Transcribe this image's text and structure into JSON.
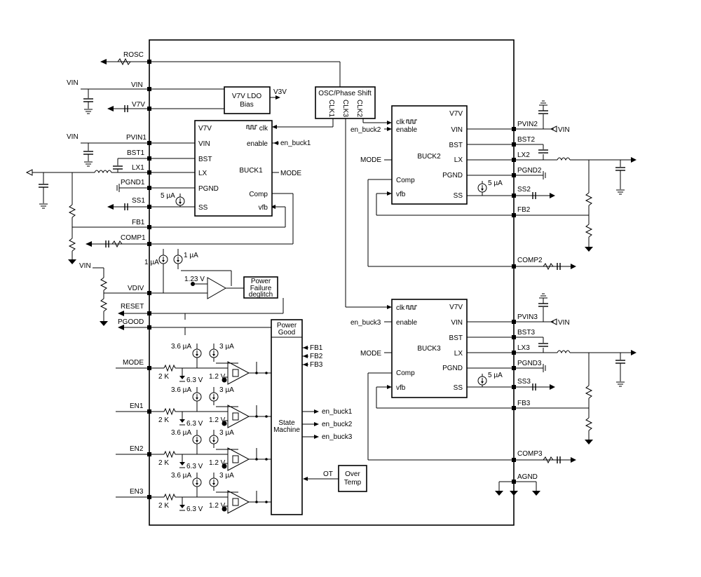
{
  "chip": {
    "left_pins": {
      "rosc": "ROSC",
      "vin": "VIN",
      "v7v": "V7V",
      "pvin1": "PVIN1",
      "bst1": "BST1",
      "lx1": "LX1",
      "pgnd1": "PGND1",
      "ss1": "SS1",
      "fb1": "FB1",
      "comp1": "COMP1",
      "vdiv": "VDIV",
      "reset": "RESET",
      "pgood": "PGOOD",
      "mode": "MODE",
      "en1": "EN1",
      "en2": "EN2",
      "en3": "EN3"
    },
    "right_pins": {
      "pvin2": "PVIN2",
      "bst2": "BST2",
      "lx2": "LX2",
      "pgnd2": "PGND2",
      "ss2": "SS2",
      "fb2": "FB2",
      "comp2": "COMP2",
      "pvin3": "PVIN3",
      "bst3": "BST3",
      "lx3": "LX3",
      "pgnd3": "PGND3",
      "ss3": "SS3",
      "fb3": "FB3",
      "comp3": "COMP3",
      "agnd": "AGND"
    }
  },
  "external": {
    "vin": "VIN"
  },
  "ldo": {
    "line1": "V7V LDO",
    "line2": "Bias",
    "out": "V3V"
  },
  "osc": {
    "title": "OSC/Phase Shift",
    "clk1": "CLK1",
    "clk3": "CLK3",
    "clk2": "CLK2"
  },
  "buck1": {
    "name": "BUCK1",
    "v7v": "V7V",
    "vin": "VIN",
    "bst": "BST",
    "lx": "LX",
    "pgnd": "PGND",
    "ss": "SS",
    "clk": "clk",
    "enable": "enable",
    "comp": "Comp",
    "vfb": "vfb",
    "en_sig": "en_buck1",
    "mode_sig": "MODE",
    "isrc": "5 µA"
  },
  "buck2": {
    "name": "BUCK2",
    "clk": "clk",
    "enable": "enable",
    "v7v": "V7V",
    "vin": "VIN",
    "bst": "BST",
    "lx": "LX",
    "pgnd": "PGND",
    "ss": "SS",
    "comp": "Comp",
    "vfb": "vfb",
    "mode": "MODE",
    "mode_sig": "MODE",
    "en_sig": "en_buck2",
    "isrc": "5 µA"
  },
  "buck3": {
    "name": "BUCK3",
    "clk": "clk",
    "enable": "enable",
    "v7v": "V7V",
    "vin": "VIN",
    "bst": "BST",
    "lx": "LX",
    "pgnd": "PGND",
    "ss": "SS",
    "comp": "Comp",
    "vfb": "vfb",
    "mode_sig": "MODE",
    "en_sig": "en_buck3",
    "isrc": "5 µA"
  },
  "vdiv": {
    "isrc1": "1 µA",
    "isrc2": "1 µA",
    "vref": "1.23 V",
    "pf_line1": "Power",
    "pf_line2": "Failure",
    "pf_line3": "deglitch"
  },
  "pgood_block": {
    "line1": "Power",
    "line2": "Good"
  },
  "state_machine": {
    "line1": "State",
    "line2": "Machine",
    "fb_inputs": [
      "FB1",
      "FB2",
      "FB3"
    ],
    "outputs": [
      "en_buck1",
      "en_buck2",
      "en_buck3"
    ],
    "ot": "OT"
  },
  "overtemp": {
    "line1": "Over",
    "line2": "Temp"
  },
  "comparator_stage": {
    "i_left": "3.6 µA",
    "i_right": "3 µA",
    "r": "2 K",
    "zener": "6.3 V",
    "vref": "1.2 V"
  }
}
